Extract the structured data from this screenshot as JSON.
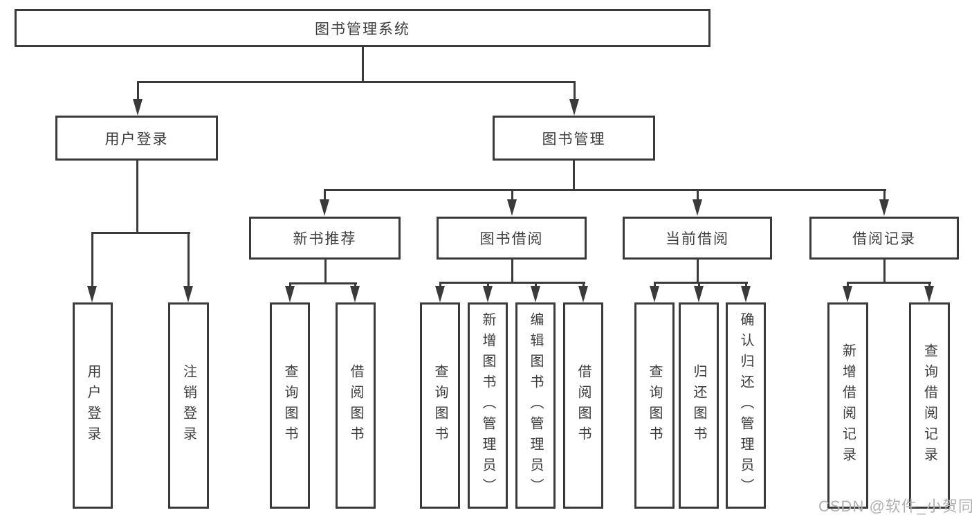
{
  "tree": {
    "label": "图书管理系统",
    "children": [
      {
        "label": "用户登录",
        "children": [
          {
            "label": "用户登录"
          },
          {
            "label": "注销登录"
          }
        ]
      },
      {
        "label": "图书管理",
        "children": [
          {
            "label": "新书推荐",
            "children": [
              {
                "label": "查询图书"
              },
              {
                "label": "借阅图书"
              }
            ]
          },
          {
            "label": "图书借阅",
            "children": [
              {
                "label": "查询图书"
              },
              {
                "label": "新增图书（管理员）"
              },
              {
                "label": "编辑图书（管理员）"
              },
              {
                "label": "借阅图书"
              }
            ]
          },
          {
            "label": "当前借阅",
            "children": [
              {
                "label": "查询图书"
              },
              {
                "label": "归还图书"
              },
              {
                "label": "确认归还（管理员）"
              }
            ]
          },
          {
            "label": "借阅记录",
            "children": [
              {
                "label": "新增借阅记录"
              },
              {
                "label": "查询借阅记录"
              }
            ]
          }
        ]
      }
    ]
  },
  "watermark": {
    "text": "CSDN @软件_小贺同学"
  },
  "colors": {
    "line": "#3a3a3a",
    "text": "#3d3d3d",
    "box_background": "#ffffff",
    "watermark": "#b0b0b0"
  }
}
